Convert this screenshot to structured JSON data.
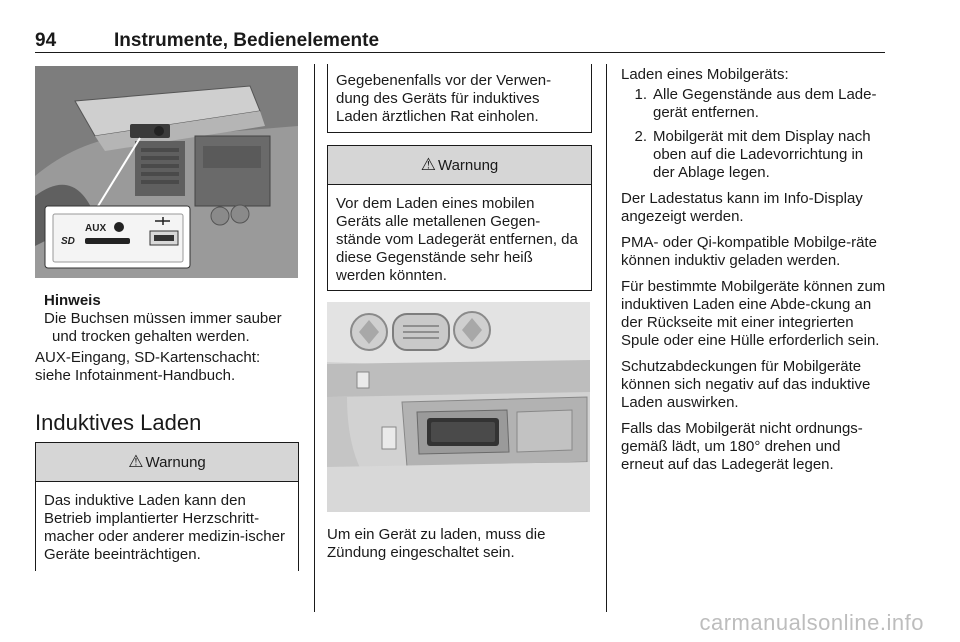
{
  "header": {
    "page_number": "94",
    "chapter_title": "Instrumente, Bedienelemente"
  },
  "col1": {
    "figure_labels": {
      "aux": "AUX",
      "sd": "SD"
    },
    "note_title": "Hinweis",
    "note_text": "Die Buchsen müssen immer sauber und trocken gehalten werden.",
    "aux_para": "AUX-Eingang, SD-Kartenschacht: siehe Infotainment-Handbuch.",
    "section_heading": "Induktives Laden",
    "warning": {
      "label": "Warnung",
      "text": "Das induktive Laden kann den Betrieb implantierter Herzschritt-macher oder anderer medizin-ischer Geräte beeinträchtigen."
    }
  },
  "col2": {
    "box_text": "Gegebenenfalls vor der Verwen-dung des Geräts für induktives Laden ärztlichen Rat einholen.",
    "warning": {
      "label": "Warnung",
      "text": "Vor dem Laden eines mobilen Geräts alle metallenen Gegen-stände vom Ladegerät entfernen, da diese Gegenstände sehr heiß werden könnten."
    },
    "caption": "Um ein Gerät zu laden, muss die Zündung eingeschaltet sein."
  },
  "col3": {
    "intro": "Laden eines Mobilgeräts:",
    "steps": [
      {
        "num": "1.",
        "text": "Alle Gegenstände aus dem Lade-gerät entfernen."
      },
      {
        "num": "2.",
        "text": "Mobilgerät mit dem Display nach oben auf die Ladevorrichtung in der Ablage legen."
      }
    ],
    "paragraphs": [
      "Der Ladestatus kann im Info-Display angezeigt werden.",
      "PMA- oder Qi-kompatible Mobilge-räte können induktiv geladen werden.",
      "Für bestimmte Mobilgeräte können zum induktiven Laden eine Abde-ckung an der Rückseite mit einer integrierten Spule oder eine Hülle erforderlich sein.",
      "Schutzabdeckungen für Mobilgeräte können sich negativ auf das induktive Laden auswirken.",
      "Falls das Mobilgerät nicht ordnungs-gemäß lädt, um 180° drehen und erneut auf das Ladegerät legen."
    ]
  },
  "watermark": "carmanualsonline.info",
  "colors": {
    "warning_header": "#d6d6d6",
    "text": "#1a1a1a",
    "watermark": "#bdbdbd"
  }
}
